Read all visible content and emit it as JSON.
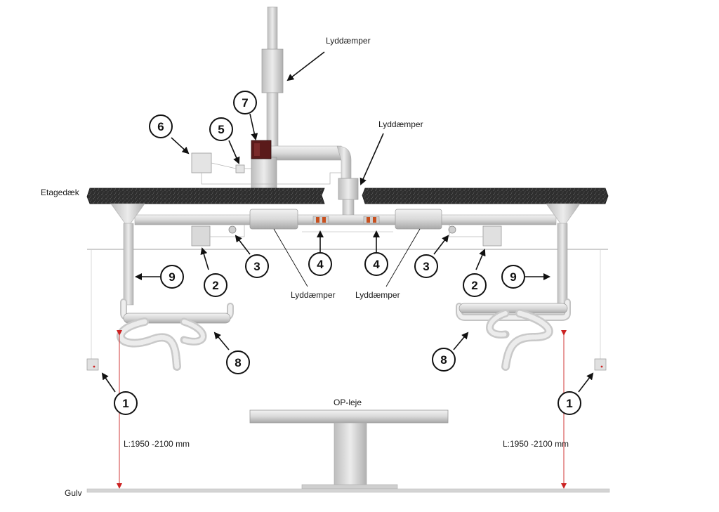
{
  "labels": {
    "silencer_top": "Lyddæmper",
    "silencer_mid": "Lyddæmper",
    "silencer_low_left": "Lyddæmper",
    "silencer_low_right": "Lyddæmper",
    "ceiling": "Etagedæk",
    "floor": "Gulv",
    "table": "OP-leje",
    "length_left": "L:1950 -2100 mm",
    "length_right": "L:1950 -2100 mm"
  },
  "callouts": {
    "c1_left": "1",
    "c1_right": "1",
    "c2_left": "2",
    "c2_right": "2",
    "c3_left": "3",
    "c3_right": "3",
    "c4_left": "4",
    "c4_right": "4",
    "c5": "5",
    "c6": "6",
    "c7": "7",
    "c8_left": "8",
    "c8_right": "8",
    "c9_left": "9",
    "c9_right": "9"
  },
  "colors": {
    "duct": "#dcdcdc",
    "duct_edge": "#9a9a9a",
    "slab": "#2e2e2e",
    "motor": "#5a1a1a",
    "arrow": "#111111",
    "dimension": "#cc2222",
    "heater": "#c8501e"
  }
}
